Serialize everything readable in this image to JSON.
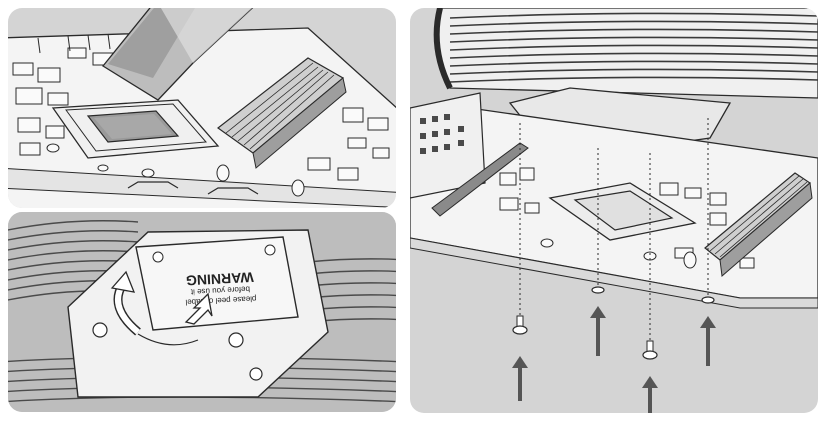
{
  "illustration": {
    "panels": [
      {
        "id": "thermal-pad-removal"
      },
      {
        "id": "backplate-warning-film"
      },
      {
        "id": "cooler-mounting"
      }
    ],
    "warning_label": {
      "title": "WARNING",
      "line1": "please peel off label",
      "line2": "before you use it"
    },
    "colors": {
      "panel_bg": "#d4d4d4",
      "board": "#f2f2f2",
      "line": "#2a2a2a",
      "arrow": "#555555"
    }
  }
}
